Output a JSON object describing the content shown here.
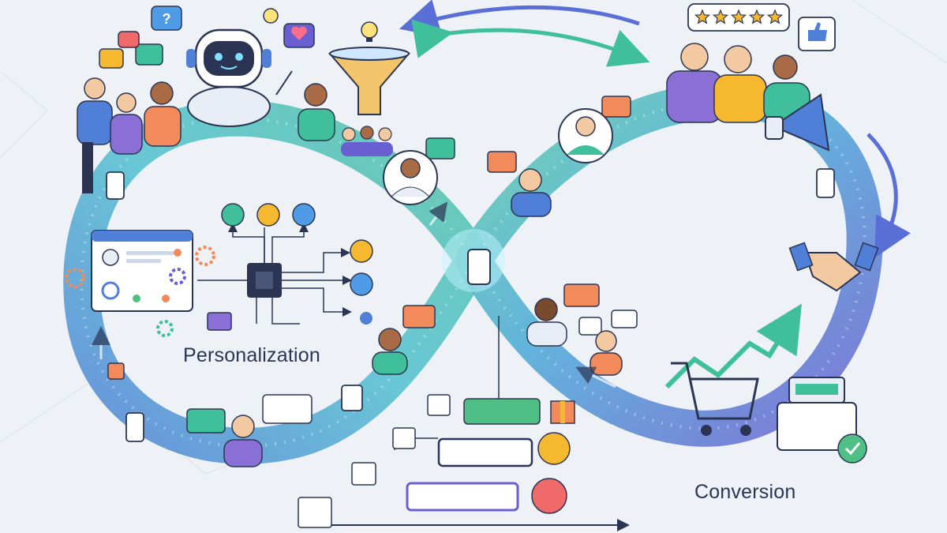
{
  "labels": {
    "personalization": "Personalization",
    "conversion": "Conversion"
  },
  "rating": {
    "stars": 5,
    "max": 5
  },
  "colors": {
    "background": "#eef2f7",
    "loop_teal": "#4fc3a1",
    "loop_blue": "#4f7fd6",
    "loop_purple": "#6b5fcf",
    "accent_orange": "#f28a5b",
    "accent_green": "#4fbf86",
    "star_gold": "#f5b82e",
    "outline": "#2b3553"
  },
  "icons": [
    "robot-assistant-icon",
    "funnel-icon",
    "chip-icon",
    "gear-icon",
    "browser-window-icon",
    "smartphone-icon",
    "tablet-icon",
    "calendar-icon",
    "gift-icon",
    "handshake-icon",
    "shopping-cart-icon",
    "trend-arrow-icon",
    "cash-register-icon",
    "check-icon",
    "megaphone-icon",
    "thumbs-up-icon",
    "speech-bubble-icon",
    "question-icon",
    "lightbulb-icon",
    "heart-icon"
  ]
}
